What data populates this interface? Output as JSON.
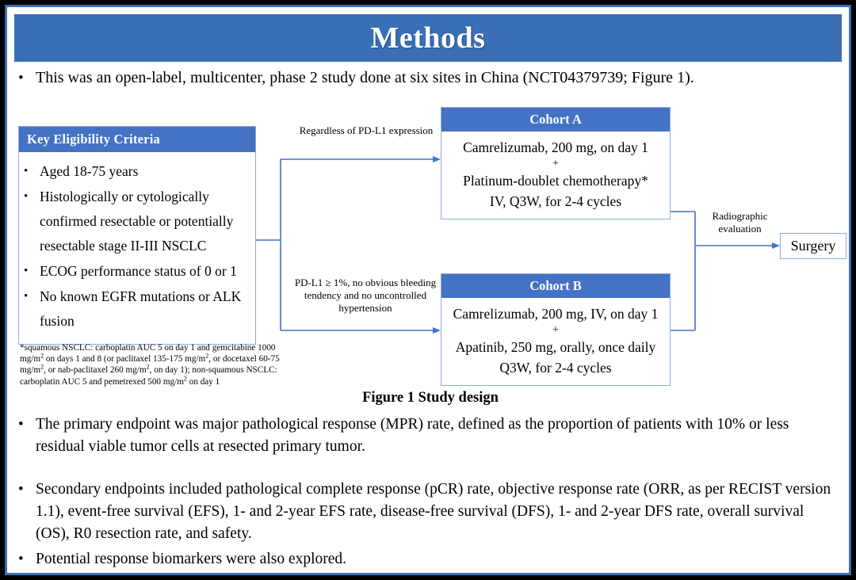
{
  "slide": {
    "title": "Methods",
    "intro_bullet": "This was an open-label, multicenter, phase 2 study done at six sites in China (NCT04379739; Figure 1).",
    "figure_caption": "Figure 1 Study design"
  },
  "colors": {
    "banner_blue": "#3A6FB5",
    "header_blue": "#4472C4",
    "box_border_blue": "#8FAADC",
    "connector_blue": "#4472C4",
    "frame_black": "#000000"
  },
  "figure": {
    "eligibility": {
      "header": "Key  Eligibility Criteria",
      "items": [
        "Aged 18-75 years",
        "Histologically or cytologically confirmed resectable or potentially resectable stage II-III  NSCLC",
        "ECOG performance status of 0 or 1",
        "No known EGFR mutations or ALK fusion"
      ]
    },
    "footnote": "*squamous NSCLC: carboplatin AUC 5 on day 1 and gemcitabine 1000 mg/m2 on days 1 and 8 (or paclitaxel 135-175 mg/m2, or docetaxel 60-75 mg/m2, or nab-paclitaxel 260 mg/m2, on day 1); non-squamous NSCLC: carboplatin AUC 5 and pemetrexed 500 mg/m2 on day 1",
    "connector_labels": {
      "top": "Regardless  of PD-L1 expression",
      "bottom": "PD-L1 ≥ 1%, no obvious bleeding tendency  and no uncontrolled  hypertension",
      "radiographic": "Radiographic evaluation"
    },
    "cohort_a": {
      "header": "Cohort A",
      "line1": "Camrelizumab, 200 mg, on day 1",
      "plus": "+",
      "line2": "Platinum-doublet chemotherapy*",
      "line3": "IV, Q3W, for 2-4 cycles"
    },
    "cohort_b": {
      "header": "Cohort B",
      "line1": "Camrelizumab, 200 mg, IV, on day 1",
      "plus": "+",
      "line2": "Apatinib, 250 mg, orally, once daily",
      "line3": "Q3W, for 2-4 cycles"
    },
    "surgery": "Surgery"
  },
  "body_bullets": [
    "The primary endpoint was major pathological response (MPR) rate, defined as the proportion of patients with 10% or less residual viable tumor cells at resected primary tumor.",
    "Secondary endpoints included pathological complete response (pCR) rate, objective response rate (ORR, as per RECIST version 1.1), event-free survival (EFS), 1- and 2-year EFS rate, disease-free survival (DFS), 1- and 2-year DFS rate, overall survival (OS), R0 resection rate, and safety.",
    "Potential response biomarkers were also explored."
  ],
  "bullet_glyph": "•"
}
